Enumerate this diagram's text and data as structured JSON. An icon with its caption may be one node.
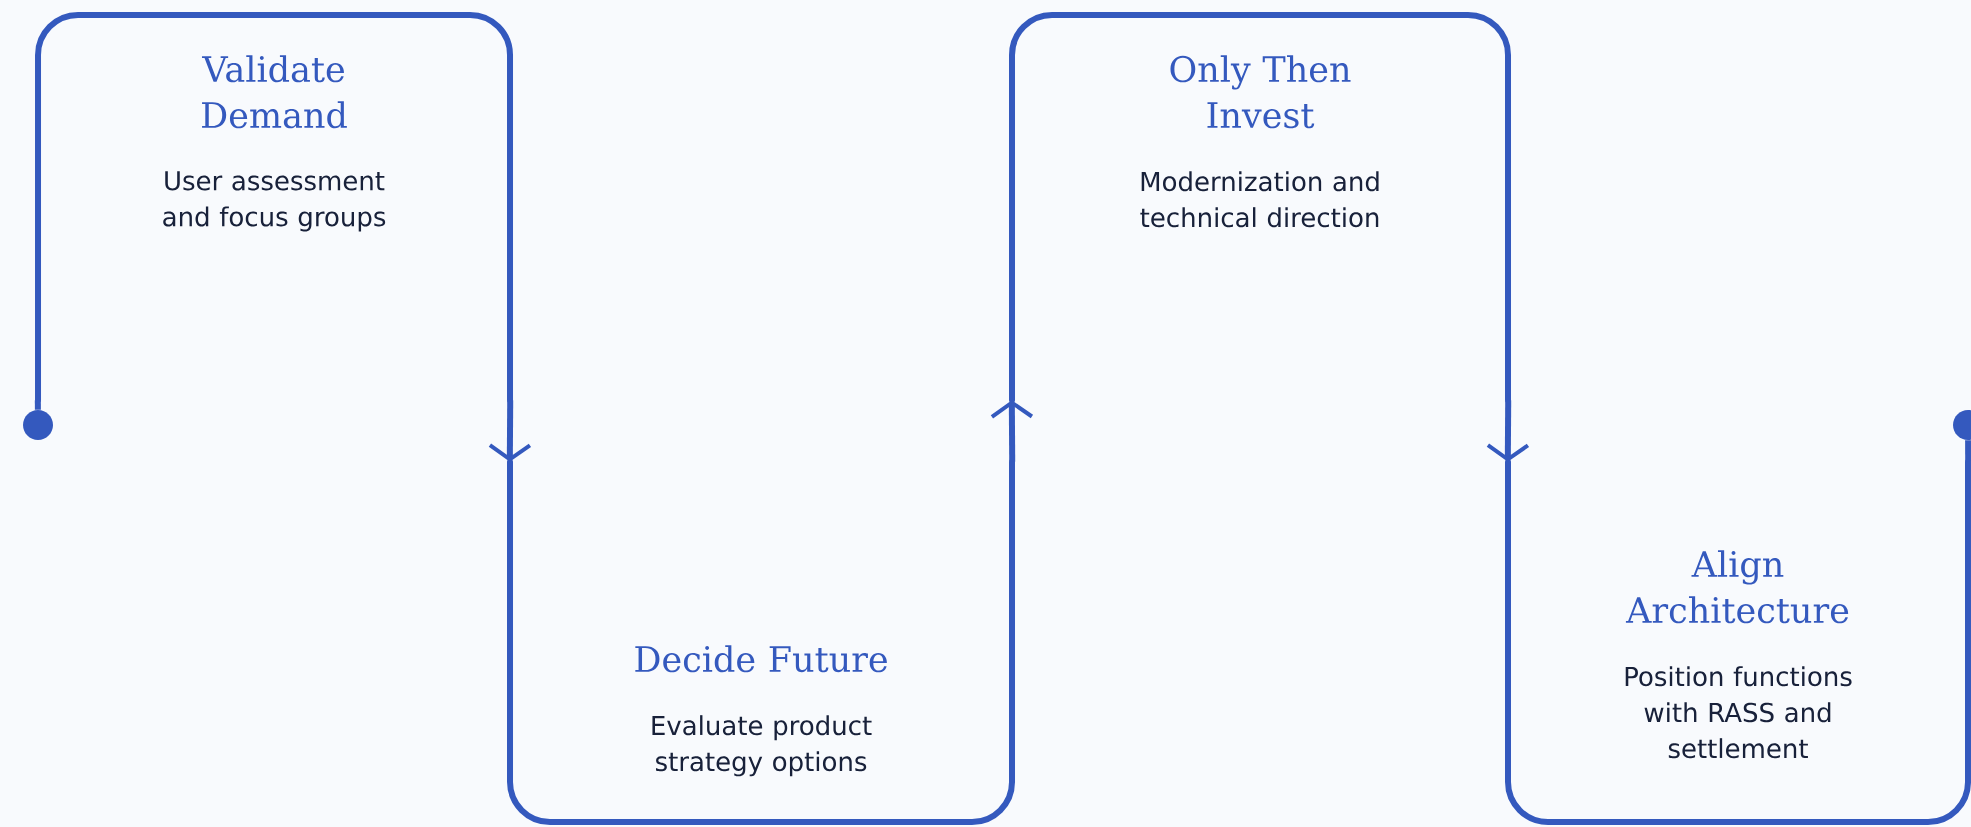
{
  "diagram": {
    "nodes": [
      {
        "text": [],
        "shape": "circle"
      },
      {
        "text": [
          "Validate Demand",
          "User assessment and focus groups"
        ]
      },
      {
        "text": [
          "Decide Future",
          "Evaluate product strategy options"
        ]
      },
      {
        "text": [
          "Only Then Invest",
          "Modernization and technical direction"
        ]
      },
      {
        "text": [
          "Align Architecture",
          "Position functions with RASS and settlement"
        ]
      },
      {
        "text": [],
        "shape": "circle"
      }
    ],
    "edges": [
      {
        "from": 0,
        "to": 1,
        "arrow": "none"
      },
      {
        "from": 1,
        "to": 2,
        "arrow": "to"
      },
      {
        "from": 2,
        "to": 3,
        "arrow": "to"
      },
      {
        "from": 3,
        "to": 4,
        "arrow": "to"
      },
      {
        "from": 4,
        "to": 5,
        "arrow": "none"
      }
    ]
  }
}
